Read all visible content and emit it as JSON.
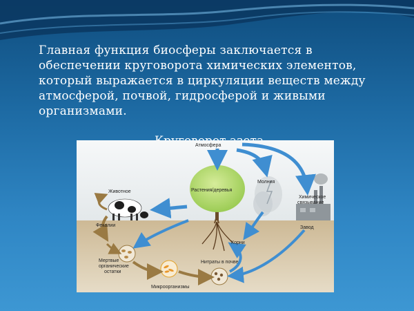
{
  "slide": {
    "text": "Главная функция биосферы заключается в обеспечении круговорота химических элементов, который выражается в циркуляции веществ между атмосферой, почвой, гидросферой и живыми организмами.",
    "diagram_title": "Круговорот азота"
  },
  "diagram": {
    "labels": {
      "atmosphere": "Атмосфера",
      "lightning": "Молния",
      "chemical_binding_1": "Химическое",
      "chemical_binding_2": "связывание",
      "plants": "Растения/деревья",
      "animal": "Животное",
      "feces": "Фекалии",
      "dead_remains_1": "Мертвые",
      "dead_remains_2": "органические",
      "dead_remains_3": "остатки",
      "factory": "Завод",
      "roots": "Корни",
      "nitrates": "Нитраты в почве",
      "microorganisms": "Микроорганизмы"
    },
    "colors": {
      "sky": "#f4f6f7",
      "soil": "#cbb896",
      "tree": "#b5d86a",
      "arrow_blue": "#3f8ed1",
      "arrow_brown": "#9a7a43"
    }
  }
}
